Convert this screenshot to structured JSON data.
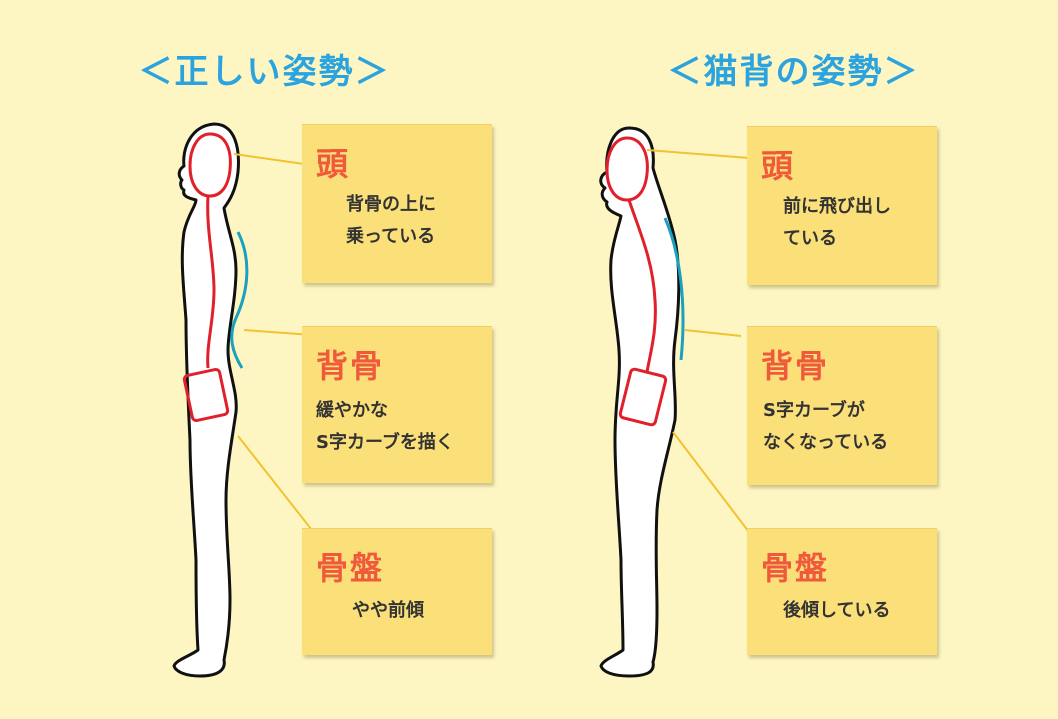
{
  "left": {
    "title": "＜正しい姿勢＞",
    "notes": [
      {
        "heading": "頭",
        "lines": [
          "背骨の上に",
          "乗っている"
        ]
      },
      {
        "heading": "背骨",
        "lines": [
          "緩やかな",
          "S字カーブを描く"
        ]
      },
      {
        "heading": "骨盤",
        "lines": [
          "やや前傾"
        ]
      }
    ]
  },
  "right": {
    "title": "＜猫背の姿勢＞",
    "notes": [
      {
        "heading": "頭",
        "lines": [
          "前に飛び出し",
          "ている"
        ]
      },
      {
        "heading": "背骨",
        "lines": [
          "S字カーブが",
          "なくなっている"
        ]
      },
      {
        "heading": "骨盤",
        "lines": [
          "後傾している"
        ]
      }
    ]
  },
  "colors": {
    "background": "#fdf6c2",
    "title": "#2aa3df",
    "note": "#fbe07a",
    "heading": "#f05a3c",
    "spine": "#e0202a",
    "curve": "#1aa0c0",
    "leader": "#f2c230"
  }
}
